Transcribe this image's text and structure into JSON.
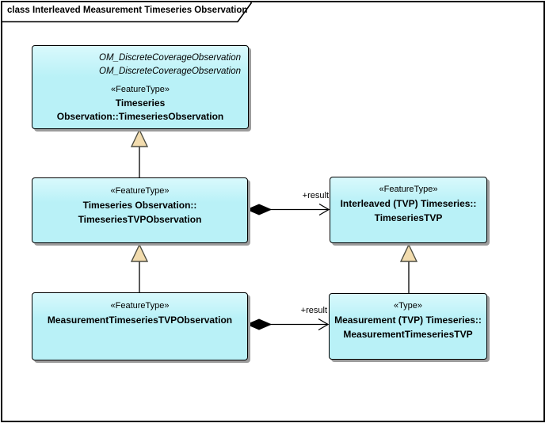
{
  "frame": {
    "title": "class Interleaved Measurement Timeseries Observation"
  },
  "colors": {
    "box_fill": "#B9F1F7",
    "box_border": "#000000",
    "box_shadow": "#9C9C9C",
    "generalization_arrow_fill": "#F2DCAE",
    "connector_line": "#000000",
    "frame_background": "#FFFFFF"
  },
  "classes": [
    {
      "name": "TimeseriesObservation",
      "stereotype": "«FeatureType»",
      "inherits": [
        "OM_DiscreteCoverageObservation",
        "OM_DiscreteCoverageObservation"
      ],
      "name_lines": [
        "Timeseries Observation::TimeseriesObservation"
      ]
    },
    {
      "name": "TimeseriesTVPObservation",
      "stereotype": "«FeatureType»",
      "name_lines": [
        "Timeseries Observation::",
        "TimeseriesTVPObservation"
      ]
    },
    {
      "name": "TimeseriesTVP",
      "stereotype": "«FeatureType»",
      "name_lines": [
        "Interleaved (TVP) Timeseries::",
        "TimeseriesTVP"
      ]
    },
    {
      "name": "MeasurementTimeseriesTVPObservation",
      "stereotype": "«FeatureType»",
      "name_lines": [
        "MeasurementTimeseriesTVPObservation"
      ]
    },
    {
      "name": "MeasurementTimeseriesTVP",
      "stereotype": "«Type»",
      "name_lines": [
        "Measurement (TVP) Timeseries::",
        "MeasurementTimeseriesTVP"
      ]
    }
  ],
  "connectors": [
    {
      "type": "composition",
      "label": "+result",
      "from": "TimeseriesTVPObservation",
      "to": "TimeseriesTVP"
    },
    {
      "type": "composition",
      "label": "+result",
      "from": "MeasurementTimeseriesTVPObservation",
      "to": "MeasurementTimeseriesTVP"
    },
    {
      "type": "generalization",
      "from": "TimeseriesTVPObservation",
      "to": "TimeseriesObservation"
    },
    {
      "type": "generalization",
      "from": "MeasurementTimeseriesTVPObservation",
      "to": "TimeseriesTVPObservation"
    },
    {
      "type": "generalization",
      "from": "MeasurementTimeseriesTVP",
      "to": "TimeseriesTVP"
    }
  ]
}
